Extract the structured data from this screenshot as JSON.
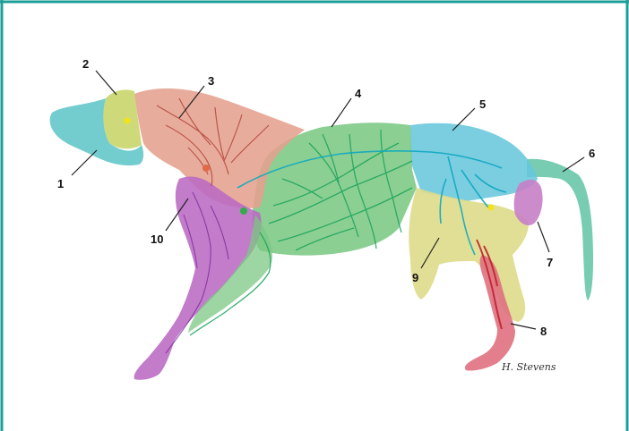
{
  "frame_color": "#1e9e98",
  "labels": [
    "1",
    "2",
    "3",
    "4",
    "5",
    "6",
    "7",
    "8",
    "9",
    "10"
  ],
  "signature": "H. Stevens",
  "regions": {
    "head_muzzle": "#64c7c9",
    "head_eye": "#c9d66a",
    "neck": "#e5a18e",
    "thorax_abdomen": "#7cc884",
    "lumbar": "#68c7dc",
    "tail": "#68c6a8",
    "hip": "#c77fc6",
    "hind_limb_lower": "#e0707f",
    "thigh": "#dedb8a",
    "forelimb": "#b96ac3"
  },
  "vessel_colors": {
    "lymph_green": "#19a35a",
    "lymph_cyan": "#10a8c0",
    "lymph_brown": "#b5483c",
    "lymph_purple": "#7d2a9a",
    "lymph_red": "#c0242f"
  }
}
